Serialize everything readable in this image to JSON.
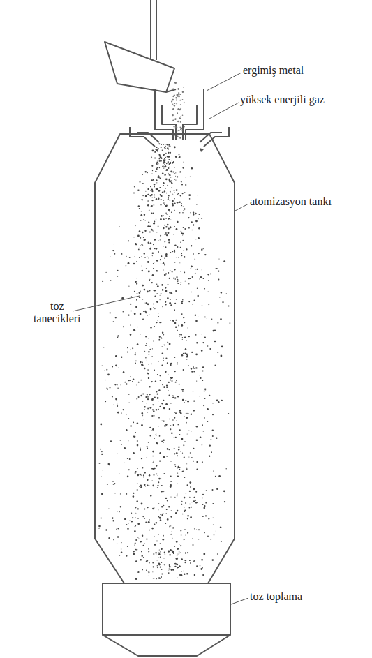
{
  "diagram": {
    "labels": [
      "ergimiş metal",
      "yüksek enerjili gaz",
      "atomizasyon tankı",
      "toz tanecikleri",
      "toz toplama"
    ]
  }
}
